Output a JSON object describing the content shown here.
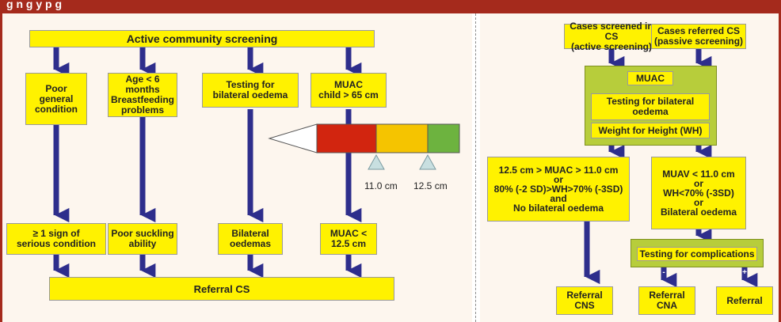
{
  "figure": {
    "title_visible": "g  n                                                                           g               y                  p                          g"
  },
  "colors": {
    "title_bar": "#a52a1c",
    "box_fill": "#fff200",
    "green_panel": "#b7cd3b",
    "arrow": "#2e2e8c",
    "muac_red": "#d2250f",
    "muac_yellow": "#f5c400",
    "muac_green": "#6db33f"
  },
  "left_panel": {
    "top": "Active community screening",
    "branch1": "Poor\ngeneral\ncondition",
    "branch2": "Age < 6 months\nBreastfeeding\nproblems",
    "branch3": "Testing for\nbilateral oedema",
    "branch4": "MUAC\nchild > 65 cm",
    "bottom1": "≥ 1 sign of\nserious condition",
    "bottom2": "Poor suckling\nability",
    "bottom3": "Bilateral\noedemas",
    "bottom4": "MUAC <\n12.5 cm",
    "referral": "Referral  CS",
    "muac_tape": {
      "tick1": "11.0 cm",
      "tick2": "12.5 cm"
    }
  },
  "right_panel": {
    "screened": "Cases screened in CS\n(active screening)",
    "referred": "Cases referred CS\n(passive screening)",
    "muac": "MUAC",
    "oedema_test": "Testing for bilateral\noedema",
    "wh": "Weight for Height (WH)",
    "criteria_left": "12.5 cm > MUAC > 11.0 cm\nor\n80% (-2 SD)>WH>70% (-3SD)\nand\nNo bilateral oedema",
    "criteria_right": "MUAV < 11.0 cm\nor\nWH<70% (-3SD)\nor\nBilateral oedema",
    "complications": "Testing for complications",
    "minus": "-",
    "plus": "+",
    "out_cns": "Referral\nCNS",
    "out_cna": "Referral\nCNA",
    "out_ref": "Referral"
  }
}
